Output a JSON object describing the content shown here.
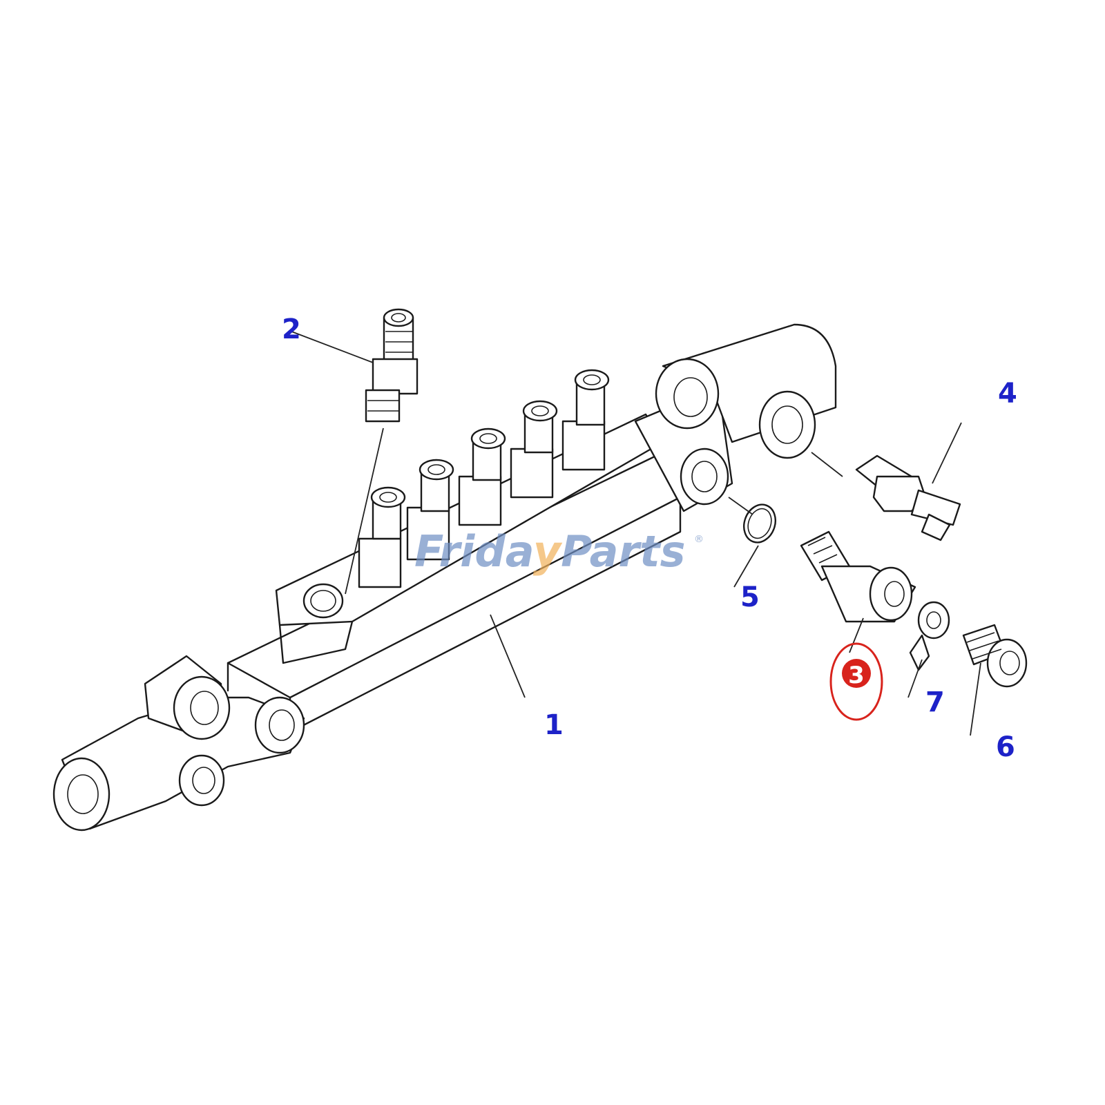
{
  "callouts": {
    "c1": "1",
    "c2": "2",
    "c3": "3",
    "c4": "4",
    "c5": "5",
    "c6": "6",
    "c7": "7"
  },
  "watermark": {
    "part1": "Frida",
    "part2": "y",
    "part3": "Parts",
    "registered": "®"
  },
  "colors": {
    "callout": "#1d22c8",
    "highlight": "#d8231c",
    "watermark_blue": "#6f8fc4",
    "watermark_orange": "#f2b15a"
  },
  "highlighted_part": "3"
}
